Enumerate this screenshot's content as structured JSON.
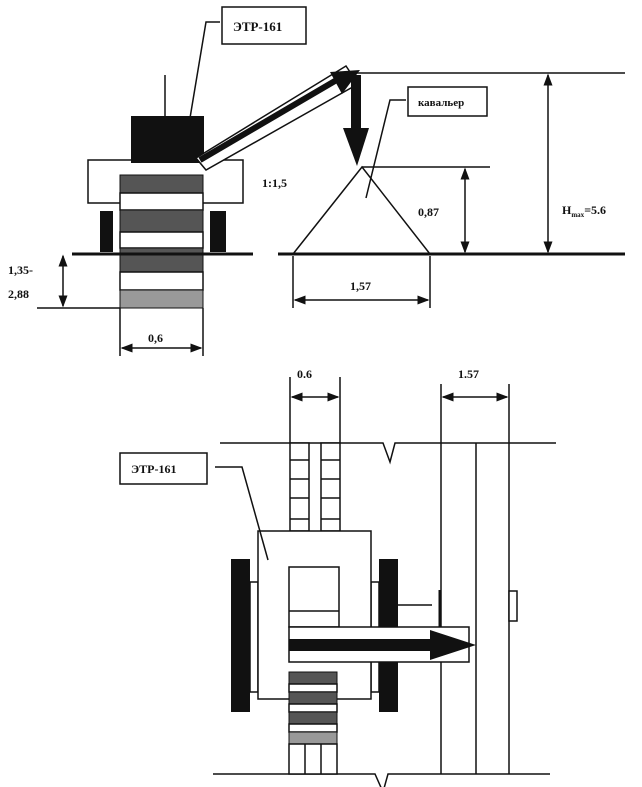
{
  "side_view": {
    "machine_label": "ЭТР-161",
    "spoil_label": "кавальер",
    "slope": "1:1,5",
    "spoil_height": "0,87",
    "spoil_width": "1,57",
    "max_height_prefix": "H",
    "max_height_sub": "max",
    "max_height_value": "=5.6",
    "depth_line1": "1,35-",
    "depth_line2": "2,88",
    "trench_width": "0,6"
  },
  "plan_view": {
    "machine_label": "ЭТР-161",
    "trench_width": "0.6",
    "spoil_width": "1.57"
  }
}
